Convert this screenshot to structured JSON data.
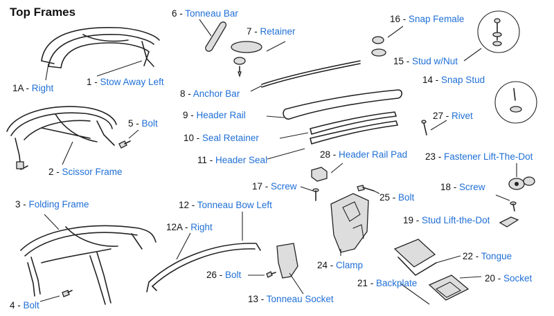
{
  "title": "Top Frames",
  "labels": {
    "p1a": {
      "num": "1A",
      "text": "Right"
    },
    "p1": {
      "num": "1",
      "text": "Stow Away Left"
    },
    "p2": {
      "num": "2",
      "text": "Scissor Frame"
    },
    "p3": {
      "num": "3",
      "text": "Folding Frame"
    },
    "p4": {
      "num": "4",
      "text": "Bolt"
    },
    "p5": {
      "num": "5",
      "text": "Bolt"
    },
    "p6": {
      "num": "6",
      "text": "Tonneau Bar"
    },
    "p7": {
      "num": "7",
      "text": "Retainer"
    },
    "p8": {
      "num": "8",
      "text": "Anchor Bar"
    },
    "p9": {
      "num": "9",
      "text": "Header Rail"
    },
    "p10": {
      "num": "10",
      "text": "Seal Retainer"
    },
    "p11": {
      "num": "11",
      "text": "Header Seal"
    },
    "p12": {
      "num": "12",
      "text": "Tonneau Bow Left"
    },
    "p12a": {
      "num": "12A",
      "text": "Right"
    },
    "p13": {
      "num": "13",
      "text": "Tonneau Socket"
    },
    "p14": {
      "num": "14",
      "text": "Snap Stud"
    },
    "p15": {
      "num": "15",
      "text": "Stud w/Nut"
    },
    "p16": {
      "num": "16",
      "text": "Snap Female"
    },
    "p17": {
      "num": "17",
      "text": "Screw"
    },
    "p18": {
      "num": "18",
      "text": "Screw"
    },
    "p19": {
      "num": "19",
      "text": "Stud Lift-the-Dot"
    },
    "p20": {
      "num": "20",
      "text": "Socket"
    },
    "p21": {
      "num": "21",
      "text": "Backplate"
    },
    "p22": {
      "num": "22",
      "text": "Tongue"
    },
    "p23": {
      "num": "23",
      "text": "Fastener Lift-The-Dot"
    },
    "p24": {
      "num": "24",
      "text": "Clamp"
    },
    "p25": {
      "num": "25",
      "text": "Bolt"
    },
    "p26": {
      "num": "26",
      "text": "Bolt"
    },
    "p27": {
      "num": "27",
      "text": "Rivet"
    },
    "p28": {
      "num": "28",
      "text": "Header Rail Pad"
    }
  }
}
